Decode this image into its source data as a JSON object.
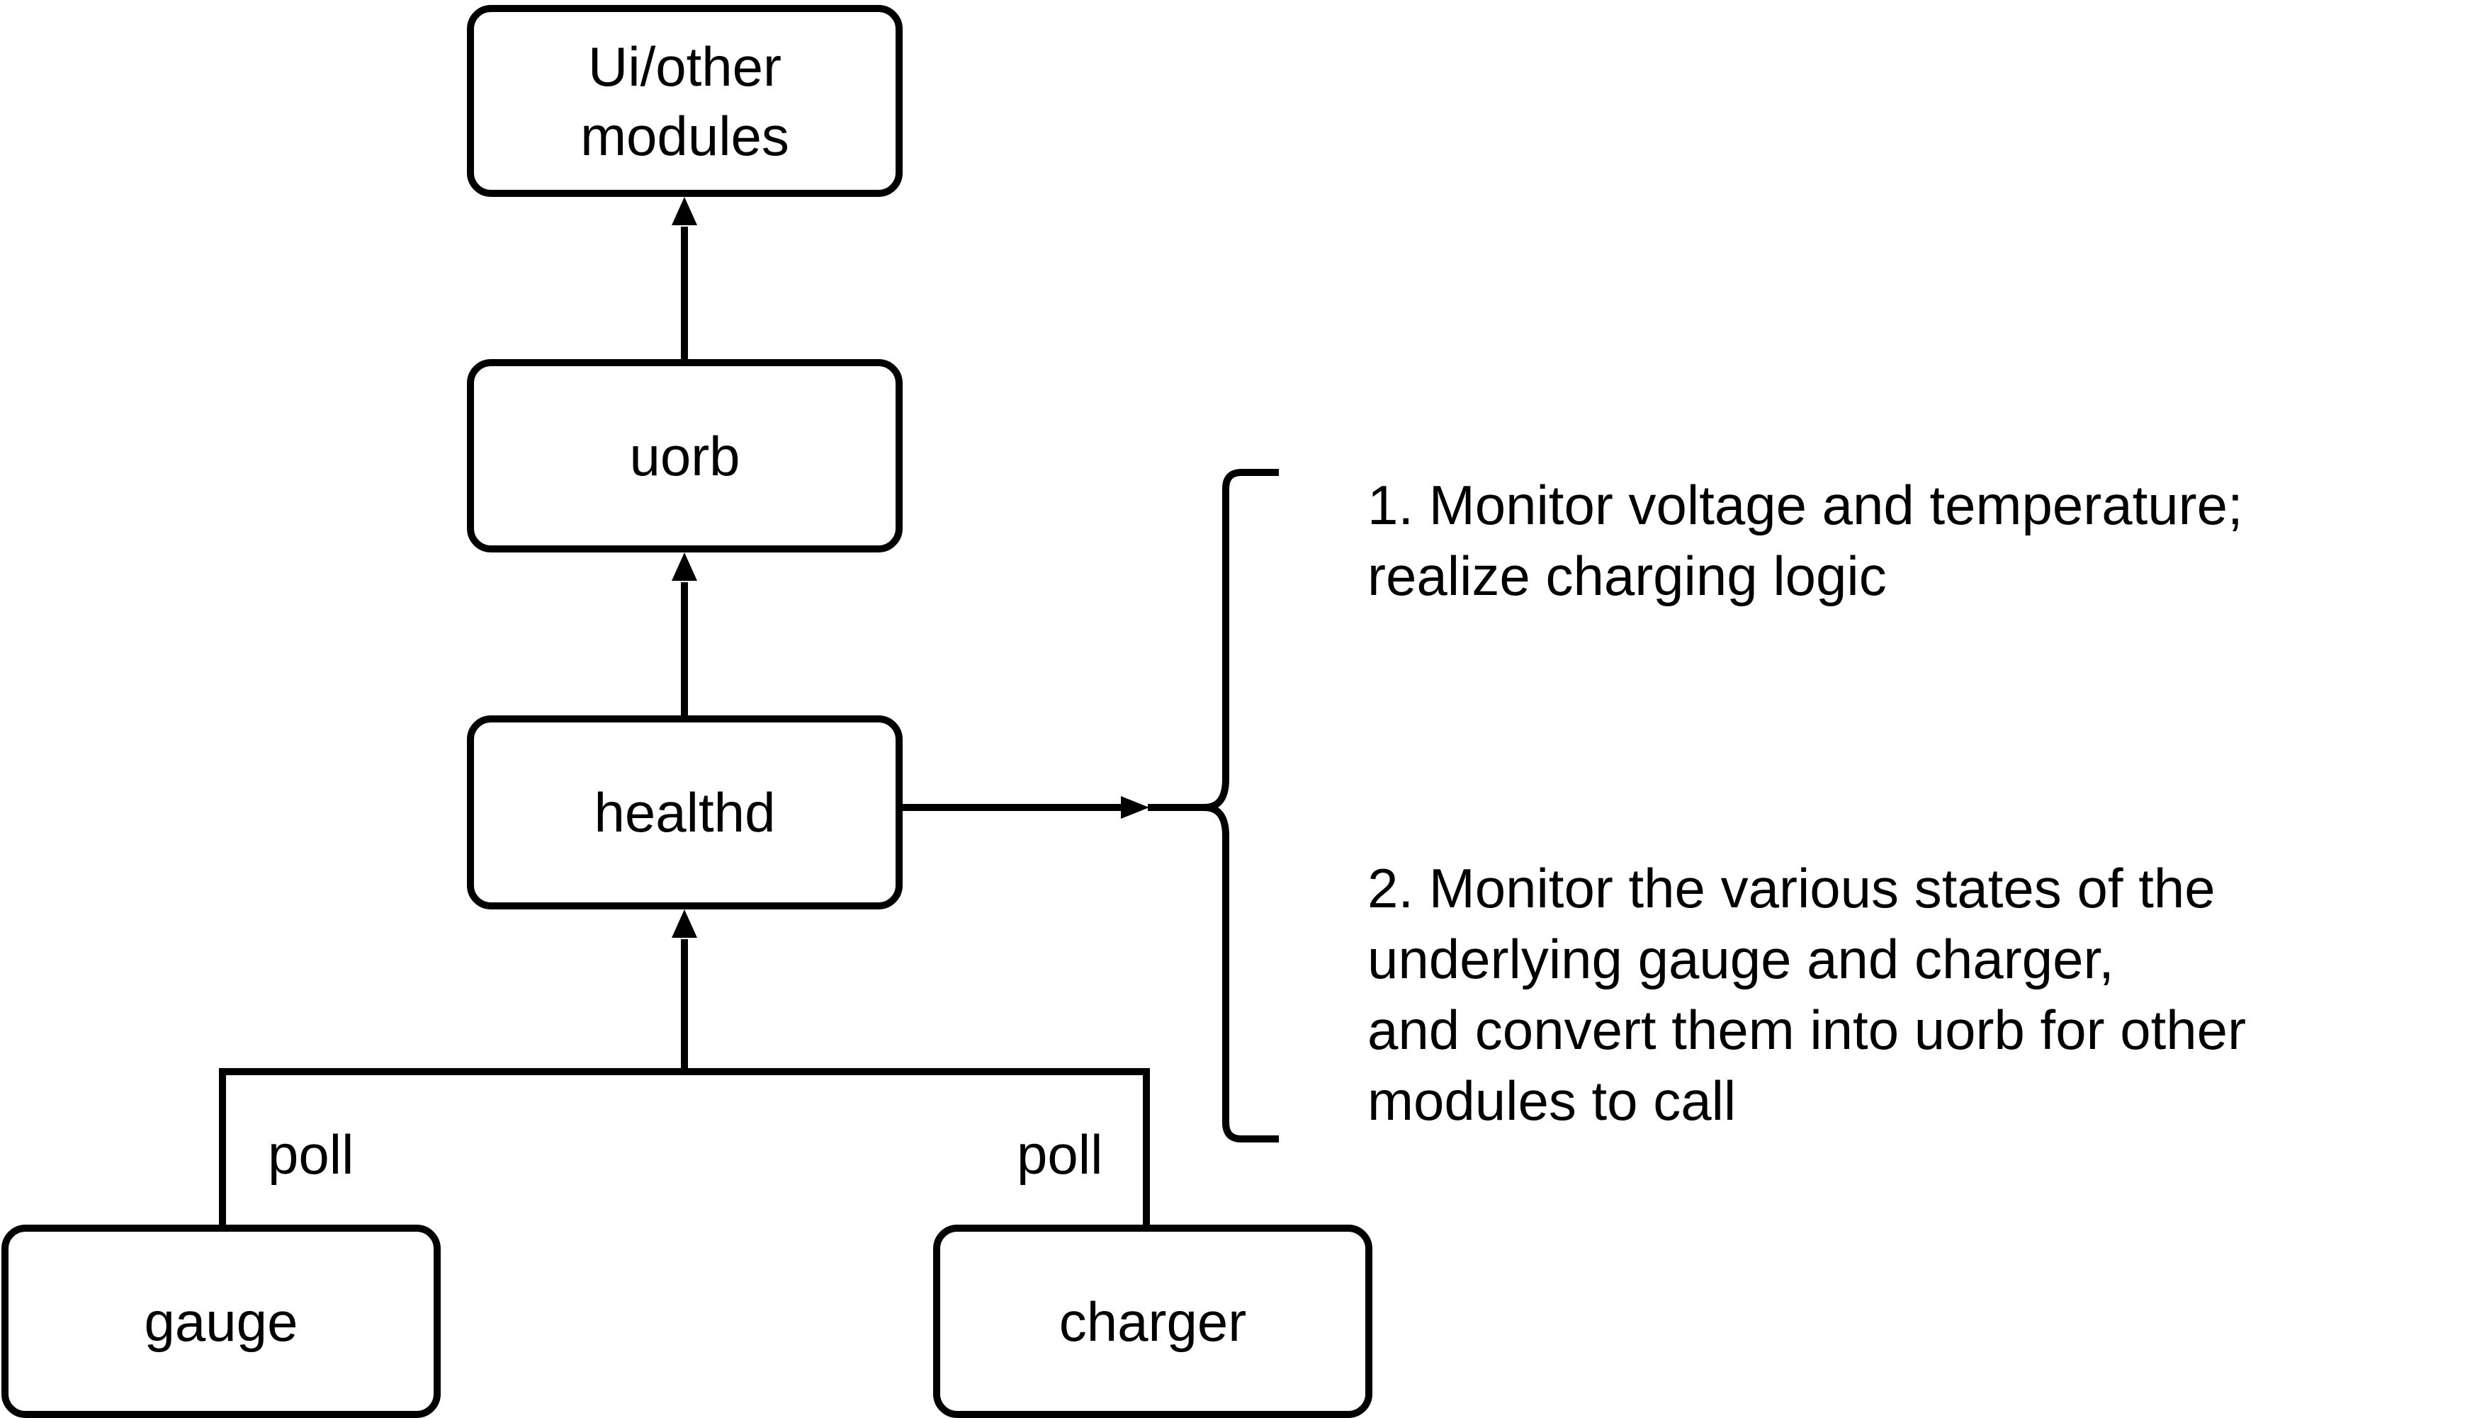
{
  "nodes": {
    "ui": "Ui/other\nmodules",
    "uorb": "uorb",
    "healthd": "healthd",
    "gauge": "gauge",
    "charger": "charger"
  },
  "edges": {
    "poll_left": "poll",
    "poll_right": "poll"
  },
  "notes": [
    "1. Monitor voltage and temperature;\nrealize charging logic",
    "2. Monitor the various states of the\nunderlying gauge and charger,\nand convert them into uorb for other\nmodules to call"
  ],
  "colors": {
    "stroke": "#000000",
    "background": "#ffffff"
  }
}
